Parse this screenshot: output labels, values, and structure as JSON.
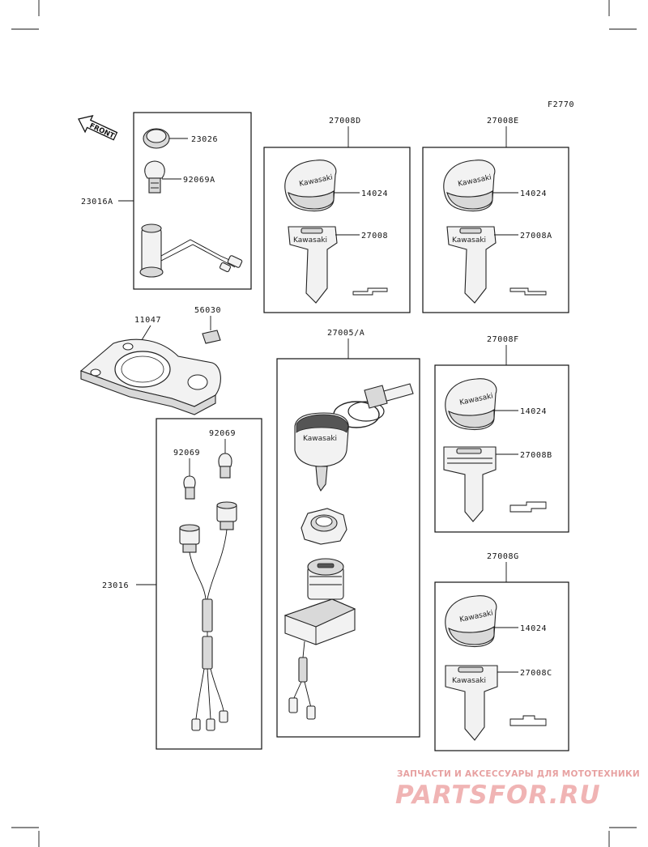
{
  "figure_code": "F2770",
  "front_label": "FRONT",
  "key_brand": "Kawasaki",
  "labels": {
    "p23026": "23026",
    "p92069A": "92069A",
    "p23016A": "23016A",
    "p27008D": "27008D",
    "p14024_d": "14024",
    "p27008": "27008",
    "p27008E": "27008E",
    "p14024_e": "14024",
    "p27008A": "27008A",
    "p11047": "11047",
    "p56030": "56030",
    "p27005A": "27005/A",
    "p27008F": "27008F",
    "p14024_f": "14024",
    "p27008B": "27008B",
    "p92069_a": "92069",
    "p92069_b": "92069",
    "p23016": "23016",
    "p27008G": "27008G",
    "p14024_g": "14024",
    "p27008C": "27008C"
  },
  "watermark": {
    "tagline": "ЗАПЧАСТИ И АКСЕССУАРЫ ДЛЯ МОТОТЕХНИКИ",
    "logo": "PARTSFOR.RU"
  }
}
